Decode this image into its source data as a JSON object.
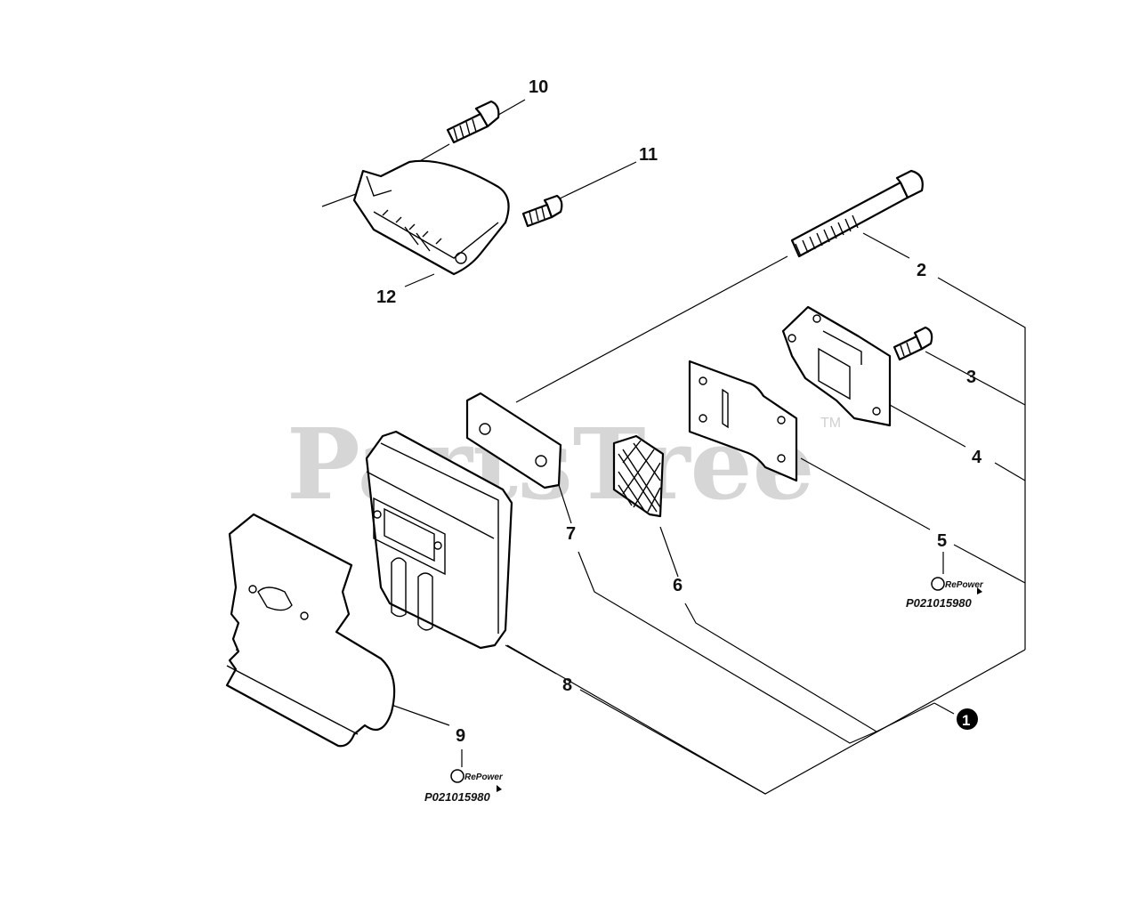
{
  "watermark": {
    "text": "PartsTree",
    "tm": "TM"
  },
  "callouts": {
    "c1": "1",
    "c2": "2",
    "c3": "3",
    "c4": "4",
    "c5": "5",
    "c6": "6",
    "c7": "7",
    "c8": "8",
    "c9": "9",
    "c10": "10",
    "c11": "11",
    "c12": "12"
  },
  "repower_tags": [
    {
      "brand": "RePower",
      "code": "P021015980"
    },
    {
      "brand": "RePower",
      "code": "P021015980"
    }
  ]
}
